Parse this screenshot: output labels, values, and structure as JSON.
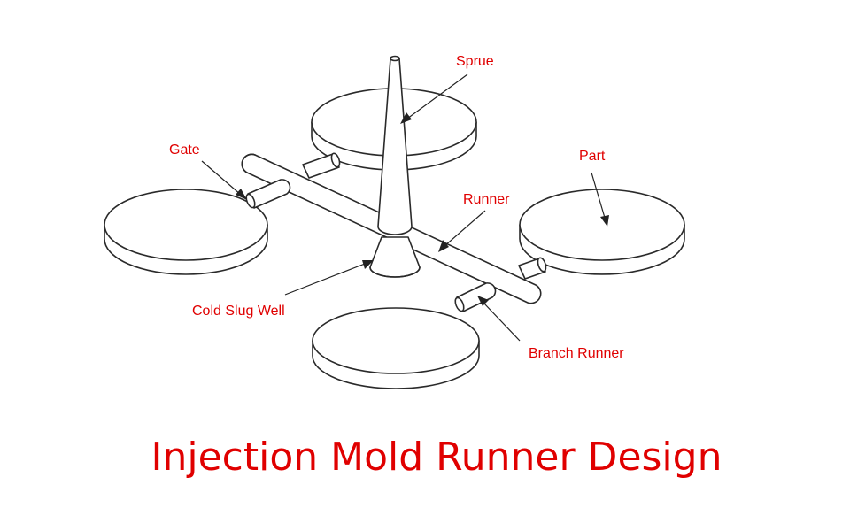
{
  "title": "Injection Mold Runner Design",
  "labels": {
    "sprue": "Sprue",
    "gate": "Gate",
    "part": "Part",
    "runner": "Runner",
    "cold_slug_well": "Cold Slug Well",
    "branch_runner": "Branch Runner"
  },
  "colors": {
    "label_text": "#e00000",
    "line_art": "#2a2a2a",
    "background": "#ffffff"
  }
}
